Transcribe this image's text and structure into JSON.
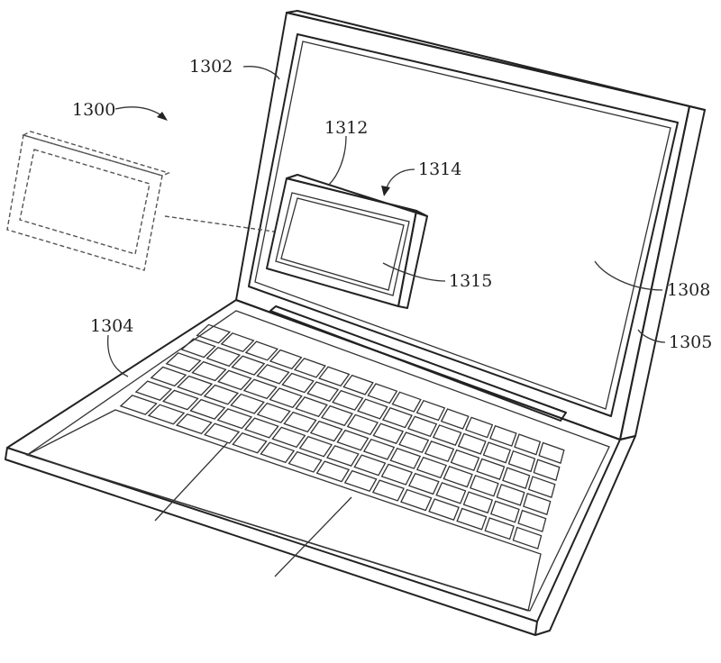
{
  "figure": {
    "labels": {
      "system": "1300",
      "lid": "1302",
      "base": "1304",
      "hinge_side": "1305",
      "display": "1308",
      "device": "1312",
      "device_arrow": "1314",
      "device_screen": "1315"
    }
  }
}
